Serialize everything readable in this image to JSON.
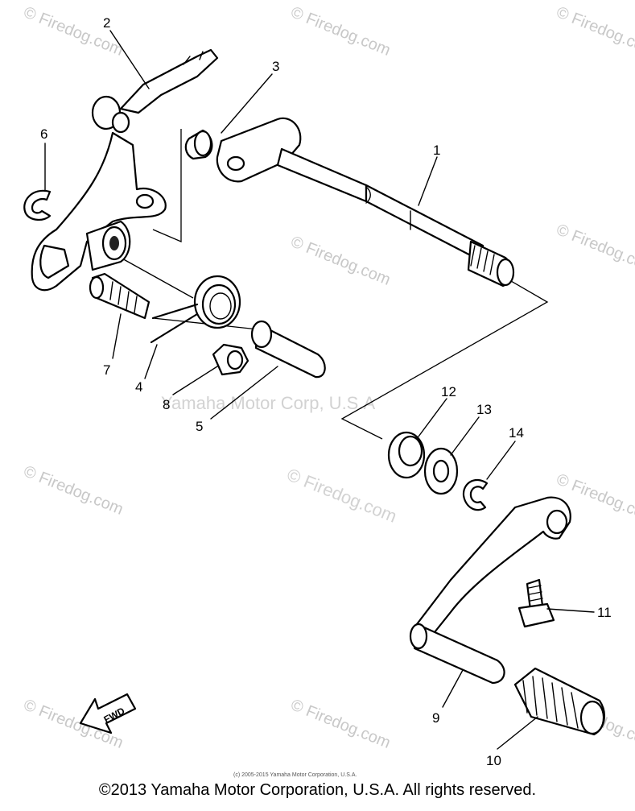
{
  "watermark": {
    "text": "© Firedog.com",
    "center_text": "Yamaha Motor Corp, U.S.A"
  },
  "callouts": [
    "1",
    "2",
    "3",
    "4",
    "5",
    "6",
    "7",
    "8",
    "9",
    "10",
    "11",
    "12",
    "13",
    "14"
  ],
  "fwd_label": "FWD",
  "small_copyright": "(c) 2005-2015 Yamaha Motor Corporation, U.S.A.",
  "copyright": "©2013 Yamaha Motor Corporation, U.S.A. All rights reserved."
}
